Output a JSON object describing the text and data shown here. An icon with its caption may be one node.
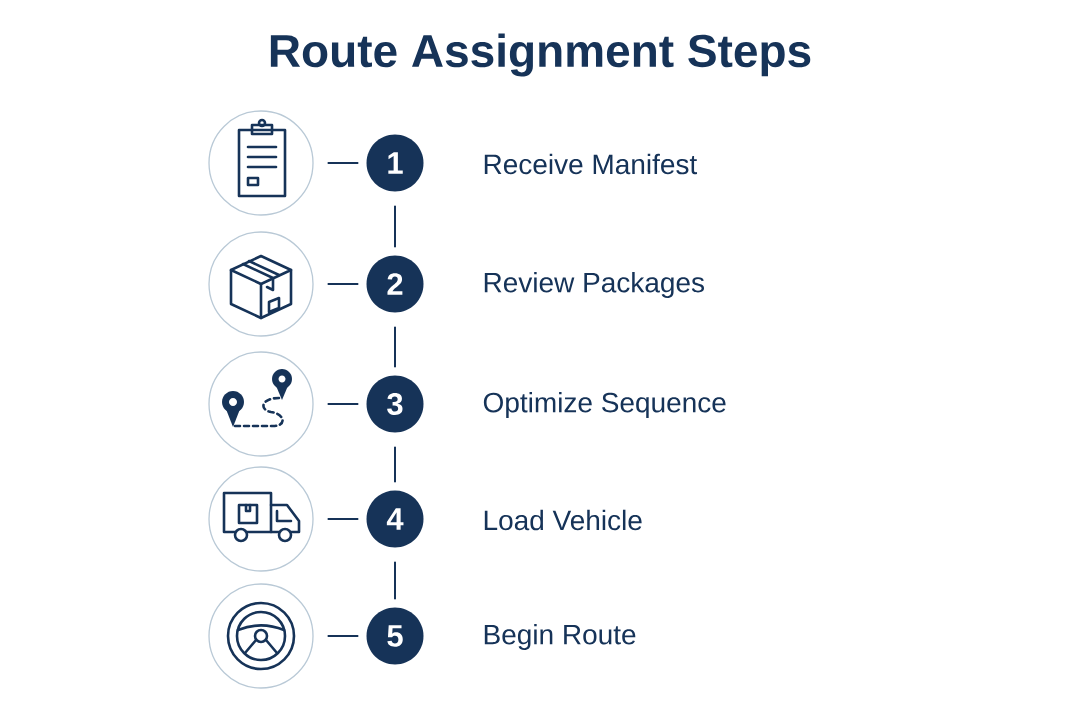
{
  "diagram": {
    "title": "Route Assignment Steps",
    "nodes": [
      {
        "text": [],
        "shape": "circle"
      },
      {
        "text": [
          "1"
        ],
        "beside": [
          "Receive Manifest"
        ]
      },
      {
        "text": [],
        "shape": "circle"
      },
      {
        "text": [
          "2"
        ],
        "beside": [
          "Review Packages"
        ]
      },
      {
        "text": [],
        "shape": "circle"
      },
      {
        "text": [
          "3"
        ],
        "beside": [
          "Optimize Sequence"
        ]
      },
      {
        "text": [],
        "shape": "circle"
      },
      {
        "text": [
          "4"
        ],
        "beside": [
          "Load Vehicle"
        ]
      },
      {
        "text": [],
        "shape": "circle"
      },
      {
        "text": [
          "5"
        ],
        "beside": [
          "Begin Route"
        ]
      }
    ],
    "edges": [
      {
        "from": 0,
        "to": 1,
        "arrow": "none"
      },
      {
        "from": 1,
        "to": 3,
        "arrow": "none"
      },
      {
        "from": 2,
        "to": 3,
        "arrow": "none"
      },
      {
        "from": 3,
        "to": 5,
        "arrow": "none"
      },
      {
        "from": 4,
        "to": 5,
        "arrow": "none"
      },
      {
        "from": 5,
        "to": 7,
        "arrow": "none"
      },
      {
        "from": 6,
        "to": 7,
        "arrow": "none"
      },
      {
        "from": 7,
        "to": 9,
        "arrow": "none"
      },
      {
        "from": 8,
        "to": 9,
        "arrow": "none"
      }
    ]
  }
}
